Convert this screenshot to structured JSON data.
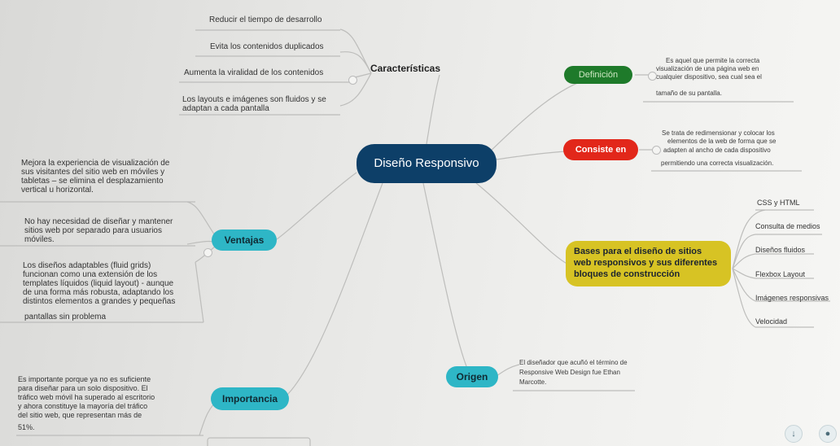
{
  "central": "Diseño Responsivo",
  "caracteristicas": {
    "label": "Características",
    "items": [
      "Reducir el tiempo de desarrollo",
      "Evita los contenidos duplicados",
      "Aumenta la viralidad de los contenidos",
      "Los layouts e imágenes son fluidos y se",
      "adaptan a cada pantalla"
    ]
  },
  "definicion": {
    "label": "Definición",
    "lines": [
      "Es aquel que permite la correcta",
      "visualización de una página web en",
      "cualquier dispositivo, sea cual sea el",
      "tamaño de su pantalla."
    ]
  },
  "consiste": {
    "label": "Consiste en",
    "lines": [
      "Se trata de redimensionar y colocar los",
      "elementos de la web de forma que se",
      "adapten al ancho de cada dispositivo",
      "permitiendo una correcta visualización."
    ]
  },
  "bases": {
    "label_lines": [
      "Bases para el diseño de sitios",
      "web responsivos y sus diferentes",
      "bloques de construcción"
    ],
    "items": [
      "CSS y HTML",
      "Consulta de medios",
      "Diseños fluidos",
      "Flexbox Layout",
      "Imágenes responsivas",
      "Velocidad"
    ]
  },
  "ventajas": {
    "label": "Ventajas",
    "block1": [
      "Mejora la experiencia de visualización de",
      "sus visitantes del sitio web en móviles y",
      "tabletas – se elimina el desplazamiento",
      "vertical u horizontal."
    ],
    "block2": [
      "No hay necesidad de diseñar y mantener",
      "sitios web por separado para usuarios",
      "móviles."
    ],
    "block3": [
      "Los diseños adaptables (fluid grids)",
      "funcionan como una extensión de los",
      "templates líquidos (liquid layout) - aunque",
      "de una forma más robusta, adaptando los",
      "distintos elementos a grandes y pequeñas",
      "pantallas sin problema"
    ]
  },
  "origen": {
    "label": "Origen",
    "lines": [
      "El diseñador que acuñó el término de",
      "Responsive Web Design fue Ethan",
      "Marcotte."
    ]
  },
  "importancia": {
    "label": "Importancia",
    "lines": [
      "Es importante porque ya no es suficiente",
      "para diseñar para un solo dispositivo. El",
      "tráfico web móvil ha superado al escritorio",
      "y ahora constituye la mayoría del tráfico",
      "del sitio web, que representan más de",
      "51%."
    ]
  },
  "colors": {
    "central": "#0d3f68",
    "teal": "#2eb6c6",
    "green": "#1e7a2a",
    "red": "#e2271a",
    "yellow": "#d7c324"
  },
  "icons": [
    "download-icon",
    "chat-icon"
  ]
}
